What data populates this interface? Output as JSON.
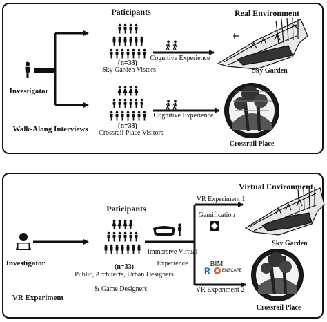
{
  "top_panel": {
    "participants_title": "Paticipants",
    "real_env_title": "Real Environment",
    "group1_n": "(n=33)",
    "group1_label": "Sky Garden Vistors",
    "group2_n": "(n=33)",
    "group2_label": "Crossrail Place Visitors",
    "cognitive_1": "Cognitive Experience",
    "cognitive_2": "Cognitive Experience",
    "investigator": "Investigator",
    "method": "Walk-Along Interviews",
    "site1": "Sky Garden",
    "site2": "Crossrail Place"
  },
  "bottom_panel": {
    "participants_title": "Paticipants",
    "virtual_env_title": "Virtual Environment",
    "vr_exp_1": "VR Experiment 1",
    "gamification": "Gamification",
    "bim": "BIM",
    "enscape": "ENSCAPE",
    "vr_exp_2": "VR Experiment 2",
    "immersive_1": "Immersive Virtual",
    "immersive_2": "Experience",
    "group_n": "(n=33)",
    "group_line1": "Public, Architects, Urban Designers",
    "group_line2": "& Game Designers",
    "investigator": "Investigator",
    "method": "VR Experiment",
    "site1": "Sky Garden",
    "site2": "Crossrail Place"
  }
}
